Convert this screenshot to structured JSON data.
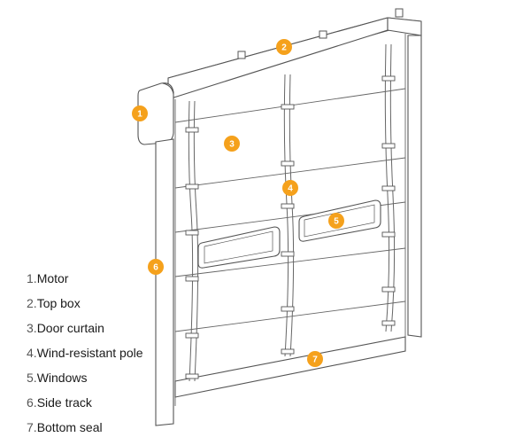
{
  "accent_color": "#F5A11C",
  "callouts": [
    {
      "number": "1"
    },
    {
      "number": "2"
    },
    {
      "number": "3"
    },
    {
      "number": "4"
    },
    {
      "number": "5"
    },
    {
      "number": "6"
    },
    {
      "number": "7"
    }
  ],
  "legend": [
    {
      "number": "1.",
      "label": "Motor"
    },
    {
      "number": "2.",
      "label": "Top box"
    },
    {
      "number": "3.",
      "label": "Door curtain"
    },
    {
      "number": "4.",
      "label": "Wind-resistant pole"
    },
    {
      "number": "5.",
      "label": "Windows"
    },
    {
      "number": "6.",
      "label": "Side track"
    },
    {
      "number": "7.",
      "label": "Bottom seal"
    }
  ]
}
